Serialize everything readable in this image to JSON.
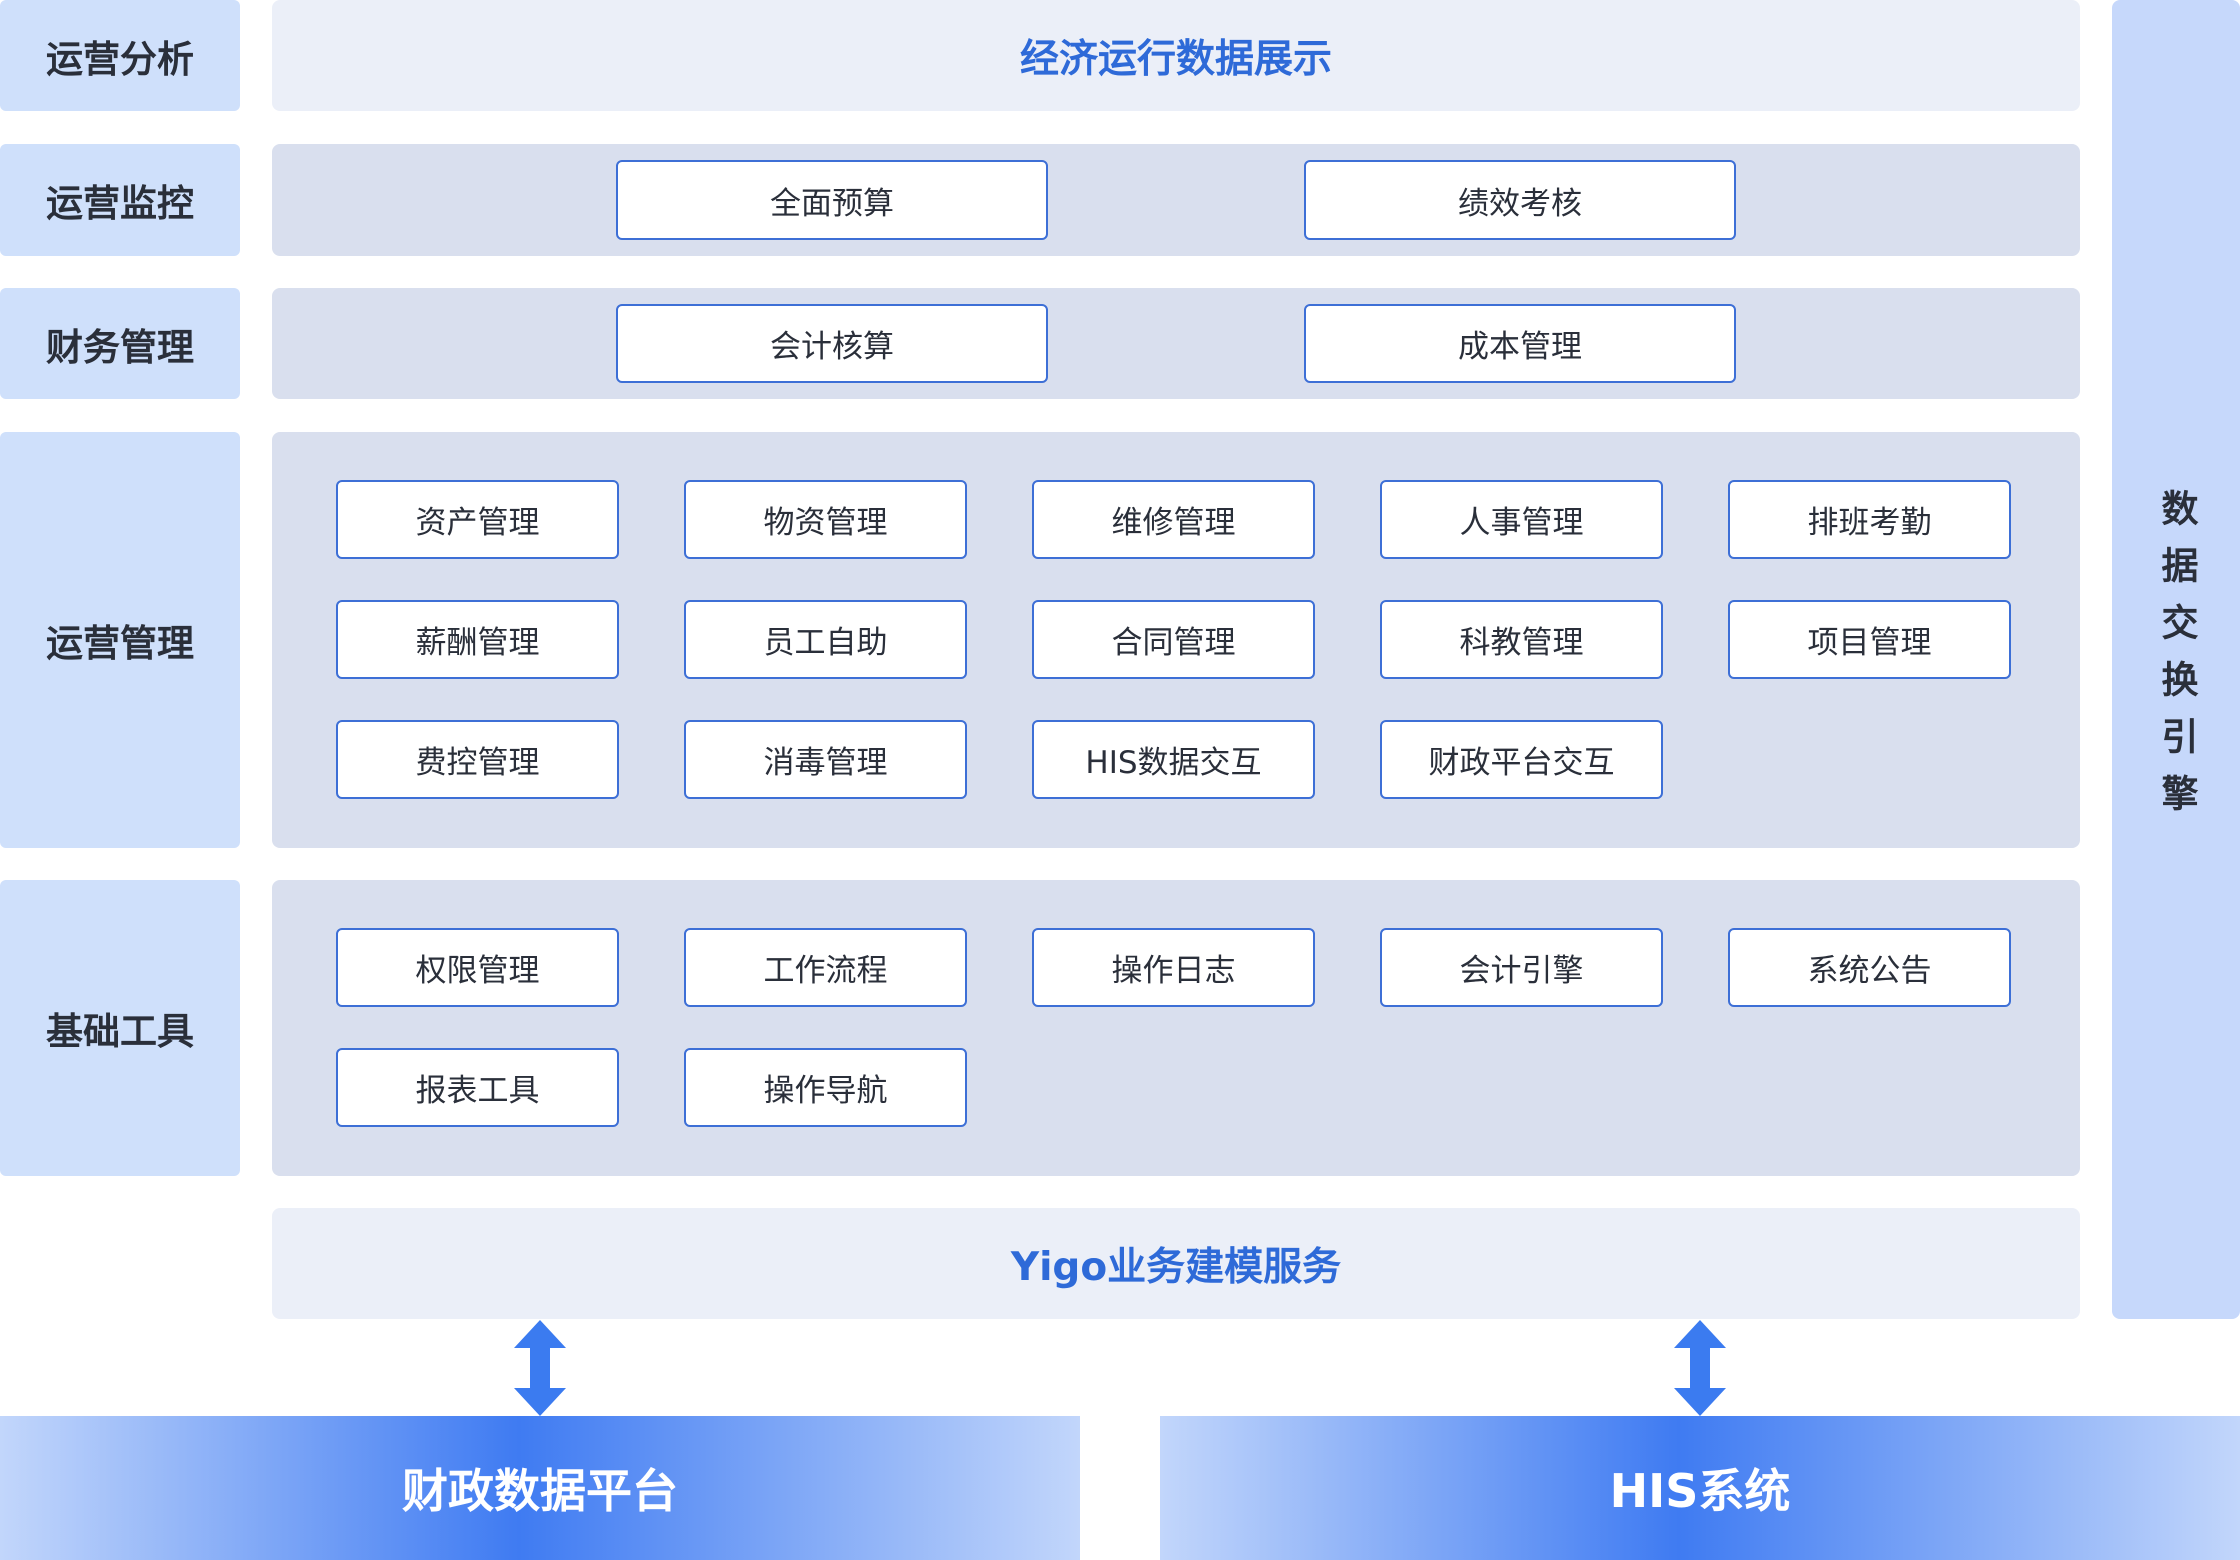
{
  "side_labels": [
    "运营分析",
    "运营监控",
    "财务管理",
    "运营管理",
    "基础工具"
  ],
  "top_title": "经济运行数据展示",
  "monitor": [
    "全面预算",
    "绩效考核"
  ],
  "finance": [
    "会计核算",
    "成本管理"
  ],
  "operation": [
    "资产管理",
    "物资管理",
    "维修管理",
    "人事管理",
    "排班考勤",
    "薪酬管理",
    "员工自助",
    "合同管理",
    "科教管理",
    "项目管理",
    "费控管理",
    "消毒管理",
    "HIS数据交互",
    "财政平台交互"
  ],
  "tools": [
    "权限管理",
    "工作流程",
    "操作日志",
    "会计引擎",
    "系统公告",
    "报表工具",
    "操作导航"
  ],
  "service_title": "Yigo业务建模服务",
  "engine_label": "数据交换引擎",
  "bottom": [
    "财政数据平台",
    "HIS系统"
  ],
  "colors": {
    "arrow": "#3b7bf0",
    "accent": "#2e6ad8",
    "module_border": "#3d6fd6"
  }
}
